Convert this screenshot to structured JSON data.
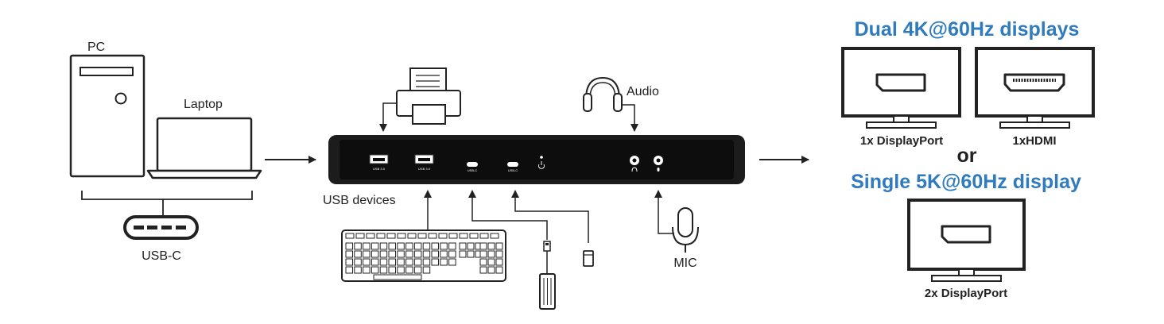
{
  "sources": {
    "pc_label": "PC",
    "laptop_label": "Laptop",
    "connector_label": "USB-C"
  },
  "dock": {
    "usb_devices_label": "USB devices",
    "audio_label": "Audio",
    "mic_label": "MIC",
    "ports": {
      "usb_a_1": "USB 3.0",
      "usb_a_2": "USB 3.0",
      "usb_c_1": "USB-C",
      "usb_c_2": "USB-C"
    }
  },
  "displays": {
    "dual_heading": "Dual 4K@60Hz displays",
    "displayport_caption": "1x DisplayPort",
    "hdmi_caption": "1xHDMI",
    "or_text": "or",
    "single_heading": "Single 5K@60Hz display",
    "single_caption": "2x DisplayPort"
  },
  "colors": {
    "accent": "#2f7bbd",
    "line": "#222222",
    "dock_body": "#1c1c1c",
    "dock_panel": "#0d0d0d"
  },
  "icons": [
    "pc-tower-icon",
    "laptop-icon",
    "usb-c-connector-icon",
    "printer-icon",
    "headphones-icon",
    "keyboard-icon",
    "usb-stick-icon",
    "microphone-icon",
    "displayport-icon",
    "hdmi-icon"
  ]
}
